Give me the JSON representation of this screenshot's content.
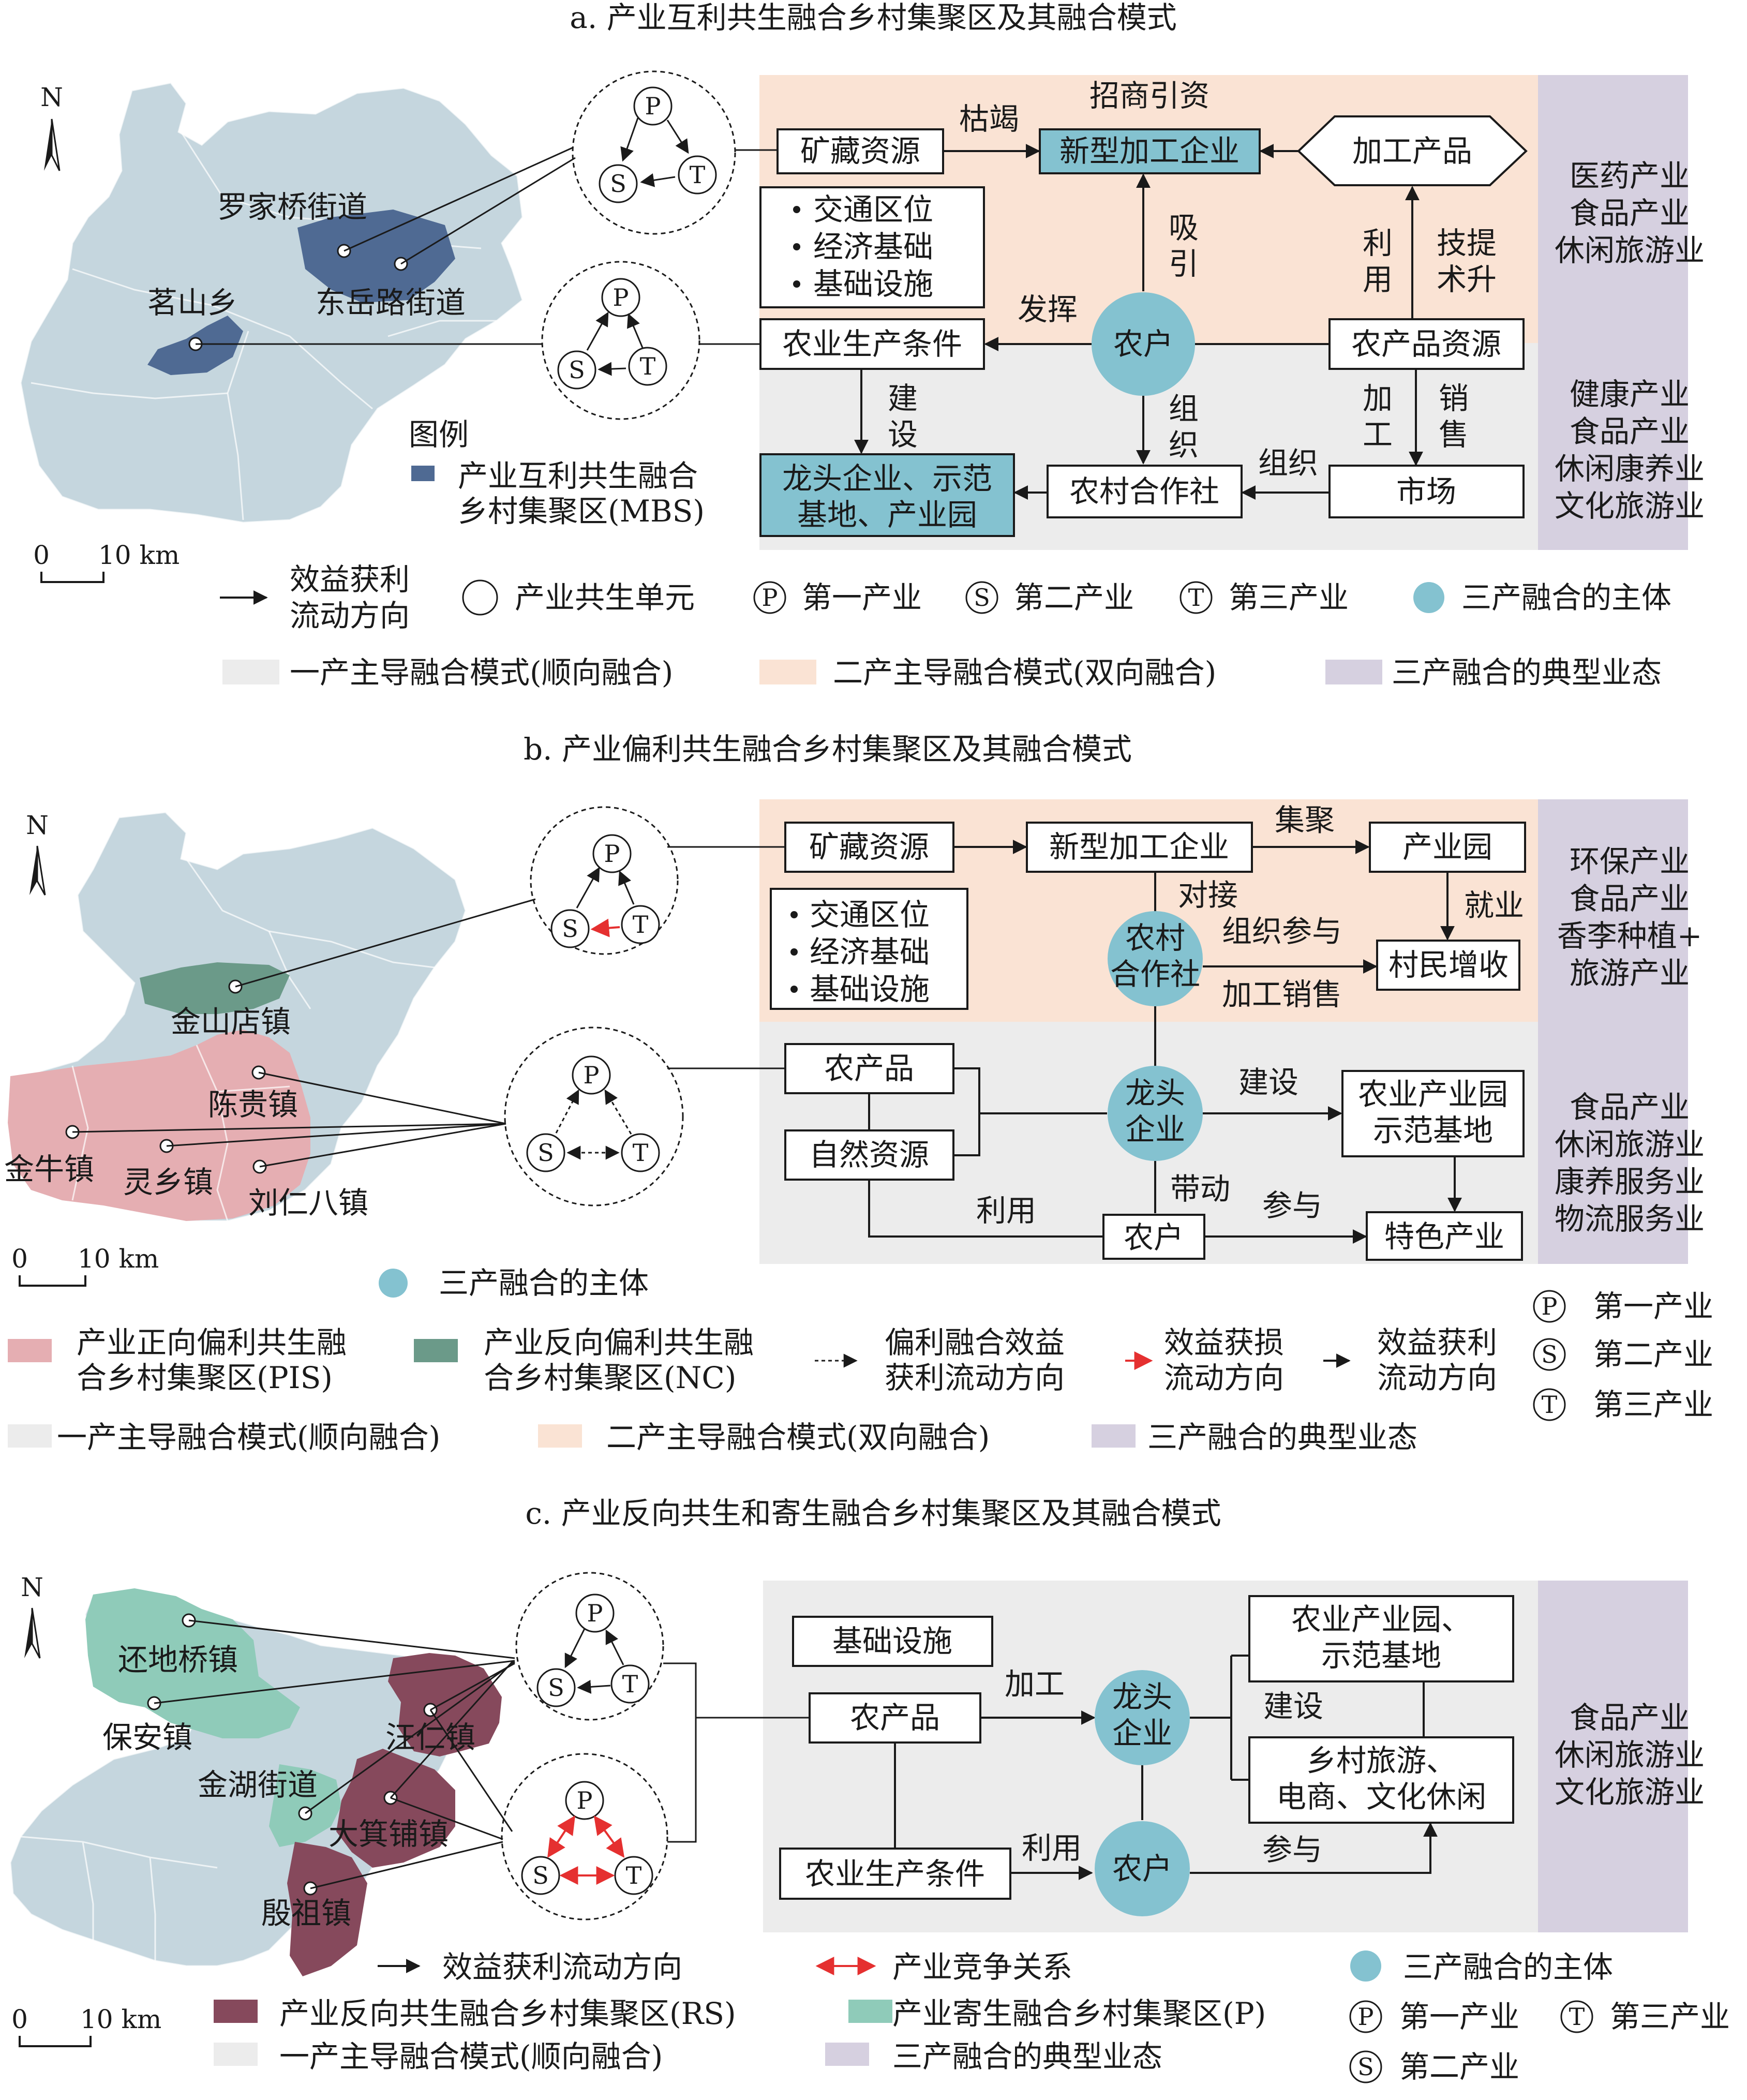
{
  "colors": {
    "beige": "#fae3d4",
    "gray": "#ececec",
    "lavender": "#d6d0e0",
    "teal": "#84c2d0",
    "mapBase": "#c5d6de",
    "mbs": "#4f6a93",
    "pis": "#e5aeb2",
    "nc": "#6b9a89",
    "rs": "#86495c",
    "para": "#8fcbb9",
    "red": "#e53030"
  },
  "psA": {
    "title": "a. 产业互利共生融合乡村集聚区及其融合模式",
    "places": {
      "luojiaqiao": "罗家桥街道",
      "dongyue": "东岳路街道",
      "mingshan": "茗山乡"
    },
    "legendTitle": "图例",
    "legendMbs1": "产业互利共生融合",
    "legendMbs2": "乡村集聚区(MBS)",
    "scale0": "0",
    "scale10": "10 km",
    "north": "N",
    "mine": "矿藏资源",
    "kujie": "枯竭",
    "zhaoshang": "招商引资",
    "newfirm": "新型加工企业",
    "product": "加工产品",
    "bullets": [
      "交通区位",
      "经济基础",
      "基础设施"
    ],
    "xiyin1": "吸",
    "xiyin2": "引",
    "liyong1": "利",
    "liyong2": "用",
    "jishu1": "技提",
    "jishu2": "术升",
    "fahui": "发挥",
    "agcond": "农业生产条件",
    "nonghu": "农户",
    "agres": "农产品资源",
    "jianshe1": "建",
    "jianshe2": "设",
    "zuzhi1": "组",
    "zuzhi2": "织",
    "jiagong1": "加",
    "jiagong2": "工",
    "xiaoshou1": "销",
    "xiaoshou2": "售",
    "zuzhiH": "组织",
    "leading1": "龙头企业、示范",
    "leading2": "基地、产业园",
    "coop": "农村合作社",
    "market": "市场",
    "right1": [
      "医药产业",
      "食品产业",
      "休闲旅游业"
    ],
    "right2": [
      "健康产业",
      "食品产业",
      "休闲康养业",
      "文化旅游业"
    ],
    "lgFlow1": "效益获利",
    "lgFlow2": "流动方向",
    "lgUnit": "产业共生单元",
    "lgP": "第一产业",
    "lgS": "第二产业",
    "lgT": "第三产业",
    "lgSub": "三产融合的主体",
    "lgGray": "一产主导融合模式(顺向融合)",
    "lgBeige": "二产主导融合模式(双向融合)",
    "lgLav": "三产融合的典型业态"
  },
  "psB": {
    "title": "b. 产业偏利共生融合乡村集聚区及其融合模式",
    "places": {
      "jinshandian": "金山店镇",
      "chengui": "陈贵镇",
      "jinniu": "金牛镇",
      "lingxiang": "灵乡镇",
      "liuren": "刘仁八镇"
    },
    "scale0": "0",
    "scale10": "10 km",
    "north": "N",
    "mine": "矿藏资源",
    "newfirm": "新型加工企业",
    "jiju": "集聚",
    "park": "产业园",
    "duijie": "对接",
    "jiuye": "就业",
    "bullets": [
      "交通区位",
      "经济基础",
      "基础设施"
    ],
    "coop1": "农村",
    "coop2": "合作社",
    "zuzhiCanyu": "组织参与",
    "jiagongXiaoshou": "加工销售",
    "income": "村民增收",
    "agprod": "农产品",
    "natres": "自然资源",
    "leading1": "龙头",
    "leading2": "企业",
    "jianshe": "建设",
    "demo1": "农业产业园",
    "demo2": "示范基地",
    "daidong": "带动",
    "liyong": "利用",
    "canyu": "参与",
    "nonghu": "农户",
    "special": "特色产业",
    "right1": [
      "环保产业",
      "食品产业",
      "香李种植+",
      "旅游产业"
    ],
    "right2": [
      "食品产业",
      "休闲旅游业",
      "康养服务业",
      "物流服务业"
    ],
    "lgSub": "三产融合的主体",
    "lgPis1": "产业正向偏利共生融",
    "lgPis2": "合乡村集聚区(PIS)",
    "lgNc1": "产业反向偏利共生融",
    "lgNc2": "合乡村集聚区(NC)",
    "lgDot1": "偏利融合效益",
    "lgDot2": "获利流动方向",
    "lgRed1": "效益获损",
    "lgRed2": "流动方向",
    "lgBlk1": "效益获利",
    "lgBlk2": "流动方向",
    "lgP": "第一产业",
    "lgS": "第二产业",
    "lgT": "第三产业",
    "lgGray": "一产主导融合模式(顺向融合)",
    "lgBeige": "二产主导融合模式(双向融合)",
    "lgLav": "三产融合的典型业态"
  },
  "psC": {
    "title": "c. 产业反向共生和寄生融合乡村集聚区及其融合模式",
    "places": {
      "huandiqiao": "还地桥镇",
      "baoan": "保安镇",
      "wangren": "汪仁镇",
      "jinhu": "金湖街道",
      "dajipu": "大箕铺镇",
      "yinzu": "殷祖镇"
    },
    "scale0": "0",
    "scale10": "10 km",
    "north": "N",
    "infra": "基础设施",
    "agprod": "农产品",
    "jiagong": "加工",
    "leading1": "龙头",
    "leading2": "企业",
    "demo1": "农业产业园、",
    "demo2": "示范基地",
    "jianshe": "建设",
    "tour1": "乡村旅游、",
    "tour2": "电商、文化休闲",
    "agcond": "农业生产条件",
    "liyong": "利用",
    "nonghu": "农户",
    "canyu": "参与",
    "right": [
      "食品产业",
      "休闲旅游业",
      "文化旅游业"
    ],
    "lgFlow": "效益获利流动方向",
    "lgComp": "产业竞争关系",
    "lgSub": "三产融合的主体",
    "lgRs": "产业反向共生融合乡村集聚区(RS)",
    "lgPara": "产业寄生融合乡村集聚区(P)",
    "lgP": "第一产业",
    "lgT": "第三产业",
    "lgS": "第二产业",
    "lgGray": "一产主导融合模式(顺向融合)",
    "lgLav": "三产融合的典型业态"
  },
  "sym": {
    "P": "P",
    "S": "S",
    "T": "T"
  }
}
